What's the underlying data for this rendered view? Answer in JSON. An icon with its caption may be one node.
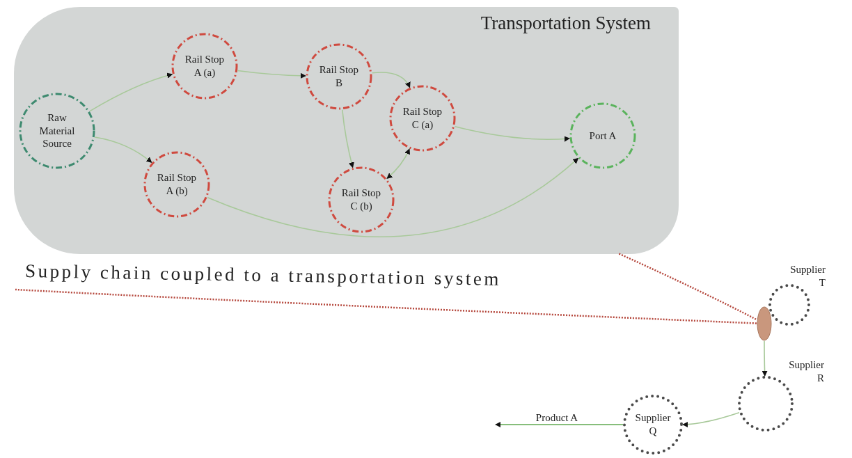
{
  "diagram": {
    "nodes": [
      {
        "text": [
          "Transportation System"
        ]
      },
      {
        "text": [
          "Raw Material Source"
        ],
        "in": 0
      },
      {
        "text": [
          "Rail Stop A (a)"
        ],
        "in": 0
      },
      {
        "text": [
          "Rail Stop A (b)"
        ],
        "in": 0
      },
      {
        "text": [
          "Rail Stop B"
        ],
        "in": 0
      },
      {
        "text": [
          "Rail Stop C (a)"
        ],
        "in": 0
      },
      {
        "text": [
          "Rail Stop C (b)"
        ],
        "in": 0
      },
      {
        "text": [
          "Port A"
        ],
        "in": 0
      },
      {
        "text": [],
        "shape": "ellipse"
      },
      {
        "text": [
          "Supplier T"
        ]
      },
      {
        "text": [
          "Supplier R"
        ]
      },
      {
        "text": [
          "Supplier Q"
        ]
      }
    ],
    "edges": [
      {
        "from": 1,
        "to": 2,
        "arrow": "to"
      },
      {
        "from": 1,
        "to": 3,
        "arrow": "to"
      },
      {
        "from": 2,
        "to": 4,
        "arrow": "to"
      },
      {
        "from": 4,
        "to": 5,
        "arrow": "to"
      },
      {
        "from": 4,
        "to": 6,
        "arrow": "to"
      },
      {
        "from": 5,
        "to": 6,
        "arrow": "both"
      },
      {
        "from": 5,
        "to": 7,
        "arrow": "to"
      },
      {
        "from": 3,
        "to": 7,
        "arrow": "to"
      },
      {
        "from": 0,
        "to": 8,
        "arrow": "none",
        "style": "dashed",
        "color": "#b5473c"
      },
      {
        "from": null,
        "to": 8,
        "arrow": "none",
        "style": "dashed",
        "color": "#b5473c"
      },
      {
        "from": 8,
        "to": 10,
        "arrow": "to"
      },
      {
        "from": 10,
        "to": 11,
        "arrow": "to"
      },
      {
        "from": 11,
        "to": null,
        "arrow": "to",
        "label": "Product A",
        "color": "#5fa94f"
      }
    ],
    "labels": [
      "Supply chain coupled to a transportation system"
    ]
  }
}
